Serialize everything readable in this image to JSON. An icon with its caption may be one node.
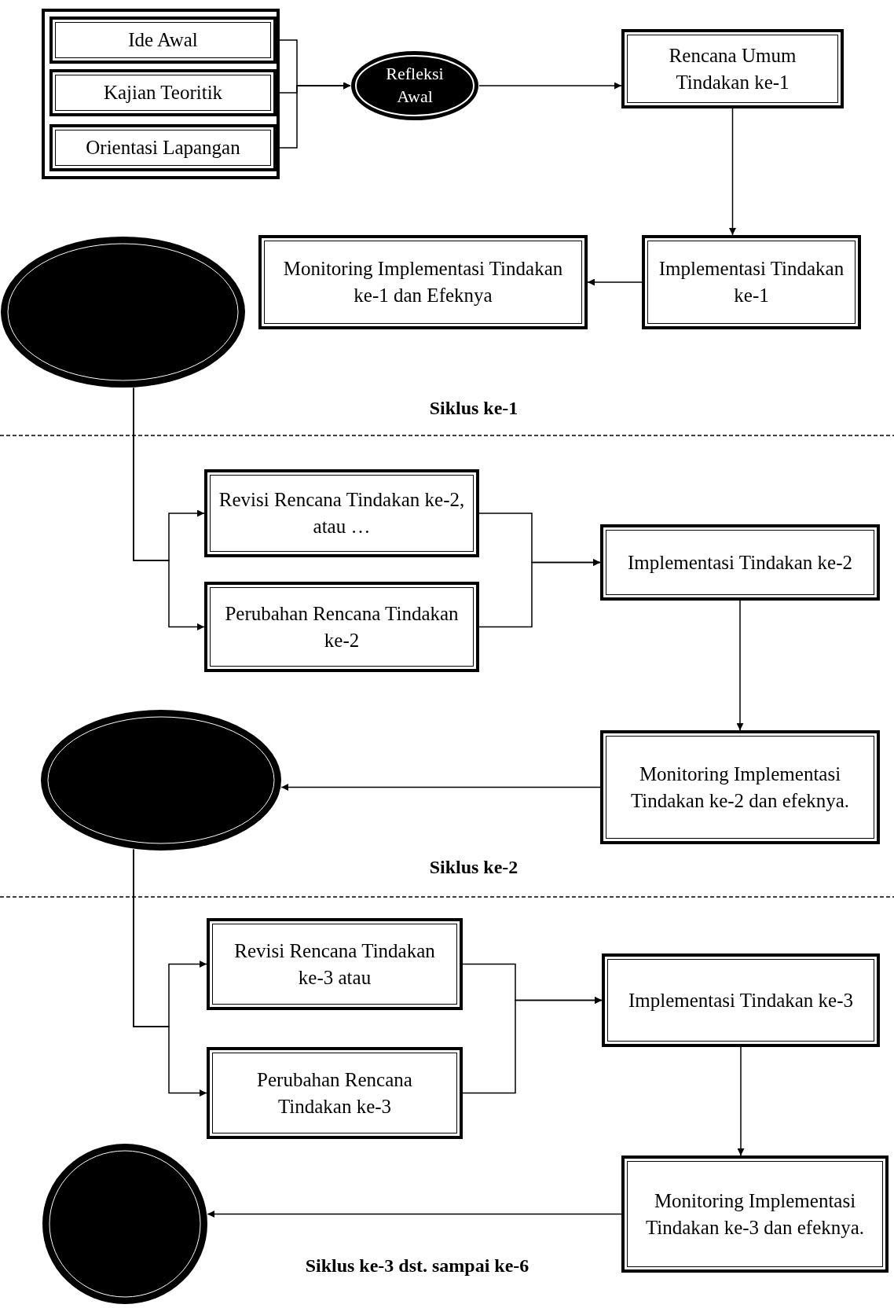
{
  "diagram": {
    "nodes": [
      {
        "text": [],
        "shape": "box"
      },
      {
        "text": [
          "Ide Awal"
        ],
        "in": 0
      },
      {
        "text": [
          "Kajian Teoritik"
        ],
        "in": 0
      },
      {
        "text": [
          "Orientasi Lapangan"
        ],
        "in": 0
      },
      {
        "text": [
          "Refleksi Awal"
        ]
      },
      {
        "text": [
          "Rencana Umum Tindakan ke-1"
        ]
      },
      {
        "text": [
          "Implementasi Tindakan ke-1"
        ]
      },
      {
        "text": [
          "Monitoring Implementasi Tindakan ke-1 dan Efeknya"
        ]
      },
      {
        "text": [],
        "shape": "ellipse"
      },
      {
        "text": [
          "Revisi Rencana Tindakan ke-2, atau …"
        ]
      },
      {
        "text": [
          "Perubahan Rencana Tindakan ke-2"
        ]
      },
      {
        "text": [
          "Implementasi Tindakan ke-2"
        ]
      },
      {
        "text": [
          "Monitoring Implementasi Tindakan ke-2 dan efeknya."
        ]
      },
      {
        "text": [],
        "shape": "ellipse"
      },
      {
        "text": [
          "Revisi Rencana Tindakan ke-3 atau"
        ]
      },
      {
        "text": [
          "Perubahan Rencana Tindakan ke-3"
        ]
      },
      {
        "text": [
          "Implementasi Tindakan ke-3"
        ]
      },
      {
        "text": [
          "Monitoring Implementasi Tindakan ke-3 dan efeknya."
        ]
      },
      {
        "text": [],
        "shape": "ellipse"
      }
    ],
    "edges": [
      {
        "from": 1,
        "to": 4,
        "arrow": "to"
      },
      {
        "from": 2,
        "to": 4,
        "arrow": "to"
      },
      {
        "from": 3,
        "to": 4,
        "arrow": "to"
      },
      {
        "from": 4,
        "to": 5,
        "arrow": "to"
      },
      {
        "from": 5,
        "to": 6,
        "arrow": "to"
      },
      {
        "from": 6,
        "to": 7,
        "arrow": "to"
      },
      {
        "from": 8,
        "to": 9,
        "arrow": "to"
      },
      {
        "from": 8,
        "to": 10,
        "arrow": "to"
      },
      {
        "from": 9,
        "to": 11,
        "arrow": "to"
      },
      {
        "from": 10,
        "to": 11,
        "arrow": "to"
      },
      {
        "from": 11,
        "to": 12,
        "arrow": "to"
      },
      {
        "from": 12,
        "to": 13,
        "arrow": "to"
      },
      {
        "from": 13,
        "to": 14,
        "arrow": "to"
      },
      {
        "from": 13,
        "to": 15,
        "arrow": "to"
      },
      {
        "from": 14,
        "to": 16,
        "arrow": "to"
      },
      {
        "from": 15,
        "to": 16,
        "arrow": "to"
      },
      {
        "from": 16,
        "to": 17,
        "arrow": "to"
      },
      {
        "from": 17,
        "to": 18,
        "arrow": "to"
      }
    ],
    "labels": [
      "Siklus ke-1",
      "Siklus ke-2",
      "Siklus ke-3 dst. sampai ke-6"
    ]
  }
}
